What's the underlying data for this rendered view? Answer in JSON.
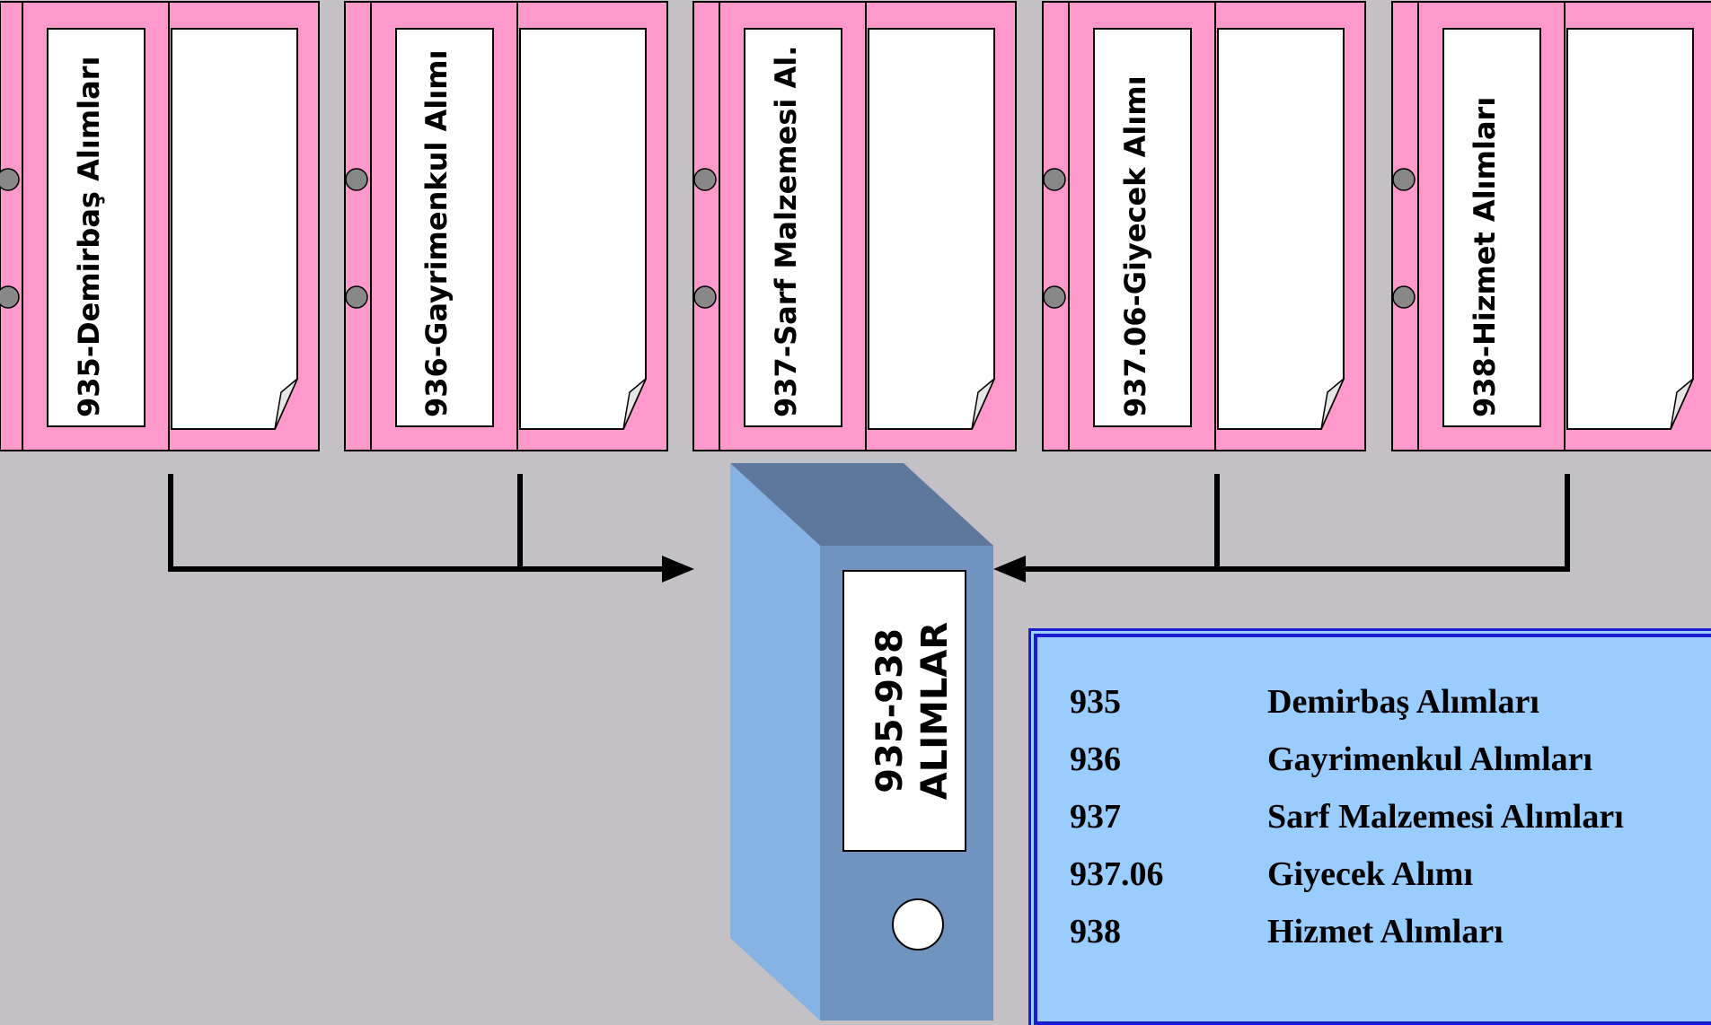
{
  "folders": [
    {
      "label": "935-Demirbaş Alımları"
    },
    {
      "label": "936-Gayrimenkul Alımı"
    },
    {
      "label": "937-Sarf Malzemesi Al."
    },
    {
      "label": "937.06-Giyecek Alımı"
    },
    {
      "label": "938-Hizmet Alımları"
    }
  ],
  "binder": {
    "line1": "935-938",
    "line2": "ALIMLAR"
  },
  "legend": {
    "rows": [
      {
        "code": "935",
        "name": "Demirbaş Alımları"
      },
      {
        "code": "936",
        "name": "Gayrimenkul Alımları"
      },
      {
        "code": "937",
        "name": "Sarf Malzemesi Alımları"
      },
      {
        "code": "937.06",
        "name": "Giyecek Alımı"
      },
      {
        "code": "938",
        "name": "Hizmet Alımları"
      }
    ]
  },
  "colors": {
    "background": "#c3c1c6",
    "folder_pink": "#ff99cc",
    "binder_front": "#6f94c0",
    "binder_side": "#85b3e3",
    "binder_top": "#5d789c",
    "legend_fill": "#99ccff",
    "legend_border": "#1b1bd0"
  }
}
